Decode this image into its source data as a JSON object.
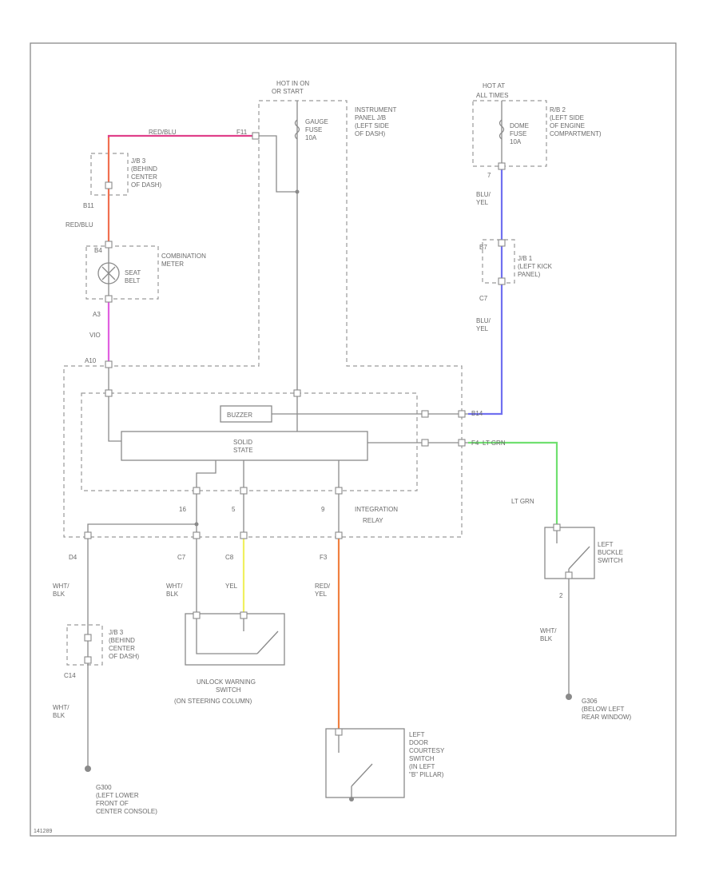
{
  "colors": {
    "red_blu": "#e0408a",
    "red_blu_lower": "#f07050",
    "vio": "#e060e0",
    "blu_yel": "#7070f0",
    "lt_grn": "#70e070",
    "yel": "#f0f060",
    "red_yel": "#f08040",
    "line": "#8a8a8a"
  },
  "labels": {
    "hot_in_on": [
      "HOT IN ON",
      "OR START"
    ],
    "gauge_fuse": [
      "GAUGE",
      "FUSE",
      "10A"
    ],
    "instrument_panel_jb": [
      "INSTRUMENT",
      "PANEL J/B",
      "(LEFT SIDE",
      "OF DASH)"
    ],
    "hot_at_all_times": [
      "HOT AT",
      "ALL TIMES"
    ],
    "dome_fuse": [
      "DOME",
      "FUSE",
      "10A"
    ],
    "rjb2": [
      "R/B 2",
      "(LEFT SIDE",
      "OF ENGINE",
      "COMPARTMENT)"
    ],
    "red_blu_top": "RED/BLU",
    "jb3_top": [
      "J/B 3",
      "(BEHIND",
      "CENTER",
      "OF DASH)"
    ],
    "combination_meter": [
      "COMBINATION",
      "METER"
    ],
    "seat_belt": [
      "SEAT",
      "BELT"
    ],
    "red_blu_left": "RED/BLU",
    "vio": "VIO",
    "blu_yel_upper": [
      "BLU/",
      "YEL"
    ],
    "jb1_kick": [
      "J/B 1",
      "(LEFT KICK",
      "PANEL)"
    ],
    "blu_yel_lower": [
      "BLU/",
      "YEL"
    ],
    "buzzer": "BUZZER",
    "solid_state": [
      "SOLID",
      "STATE"
    ],
    "integration_relay": [
      "INTEGRATION",
      "RELAY"
    ],
    "lt_grn_top": "LT GRN",
    "lt_grn_side": "LT GRN",
    "left_buckle_switch": [
      "LEFT",
      "BUCKLE",
      "SWITCH"
    ],
    "wht_blk_a": [
      "WHT/",
      "BLK"
    ],
    "wht_blk_b": [
      "WHT/",
      "BLK"
    ],
    "yel": "YEL",
    "red_yel": [
      "RED/",
      "YEL"
    ],
    "jb3_bottom": [
      "J/B 3",
      "(BEHIND",
      "CENTER",
      "OF DASH)"
    ],
    "unlock_warning_switch": [
      "UNLOCK WARNING",
      "SWITCH",
      "(ON STEERING COLUMN)"
    ],
    "wht_blk_c": [
      "WHT/",
      "BLK"
    ],
    "wht_blk_d": [
      "WHT/",
      "BLK"
    ],
    "ground_left": [
      "G300",
      "(LEFT LOWER",
      "FRONT OF",
      "CENTER CONSOLE)"
    ],
    "ground_right": [
      "G306",
      "(BELOW LEFT",
      "REAR WINDOW)"
    ],
    "door_courtesy_switch": [
      "LEFT",
      "DOOR",
      "COURTESY",
      "SWITCH",
      "(IN LEFT",
      "\"B\" PILLAR)"
    ],
    "footer_code": "141289"
  },
  "pins": {
    "p_f11": "F11",
    "p_b11": "B11",
    "p_b4": "B4",
    "p_a3": "A3",
    "p_a10": "A10",
    "p_7": "7",
    "p_b7": "B7",
    "p_c7a": "C7",
    "p_b14": "B14",
    "p_f4": "F4",
    "p_16": "16",
    "p_5": "5",
    "p_9": "9",
    "p_d4": "D4",
    "p_c7b": "C7",
    "p_c8": "C8",
    "p_f3": "F3",
    "p_2": "2",
    "p_c14": "C14"
  }
}
